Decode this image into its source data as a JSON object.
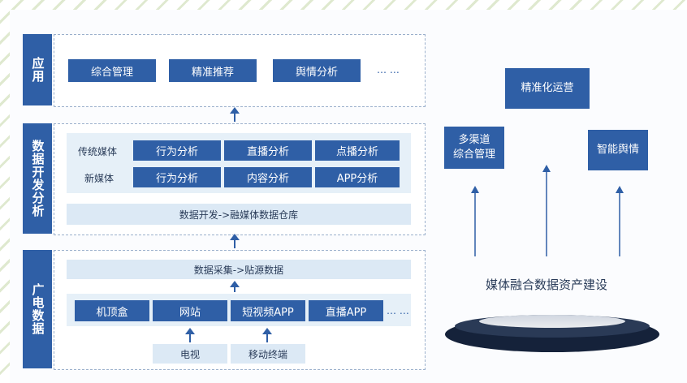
{
  "layers": {
    "application": {
      "label": "应用",
      "items": [
        "综合管理",
        "精准推荐",
        "舆情分析"
      ],
      "ellipsis": "… …"
    },
    "analysis": {
      "label": "数据开发分析",
      "rows": [
        {
          "label": "传统媒体",
          "items": [
            "行为分析",
            "直播分析",
            "点播分析"
          ]
        },
        {
          "label": "新媒体",
          "items": [
            "行为分析",
            "内容分析",
            "APP分析"
          ]
        }
      ],
      "bar": "数据开发->融媒体数据仓库"
    },
    "broadcast": {
      "label": "广电数据",
      "bar": "数据采集->贴源数据",
      "items": [
        "机顶盒",
        "网站",
        "短视频APP",
        "直播APP"
      ],
      "ellipsis": "… …",
      "sources": [
        "电视",
        "移动终端"
      ]
    }
  },
  "right": {
    "top": "精准化运营",
    "left": "多渠道\n综合管理",
    "right": "智能舆情",
    "title": "媒体融合数据资产建设"
  },
  "colors": {
    "primary": "#2f5fa6",
    "light": "#dce9f5",
    "dash": "#9bb0cc"
  }
}
